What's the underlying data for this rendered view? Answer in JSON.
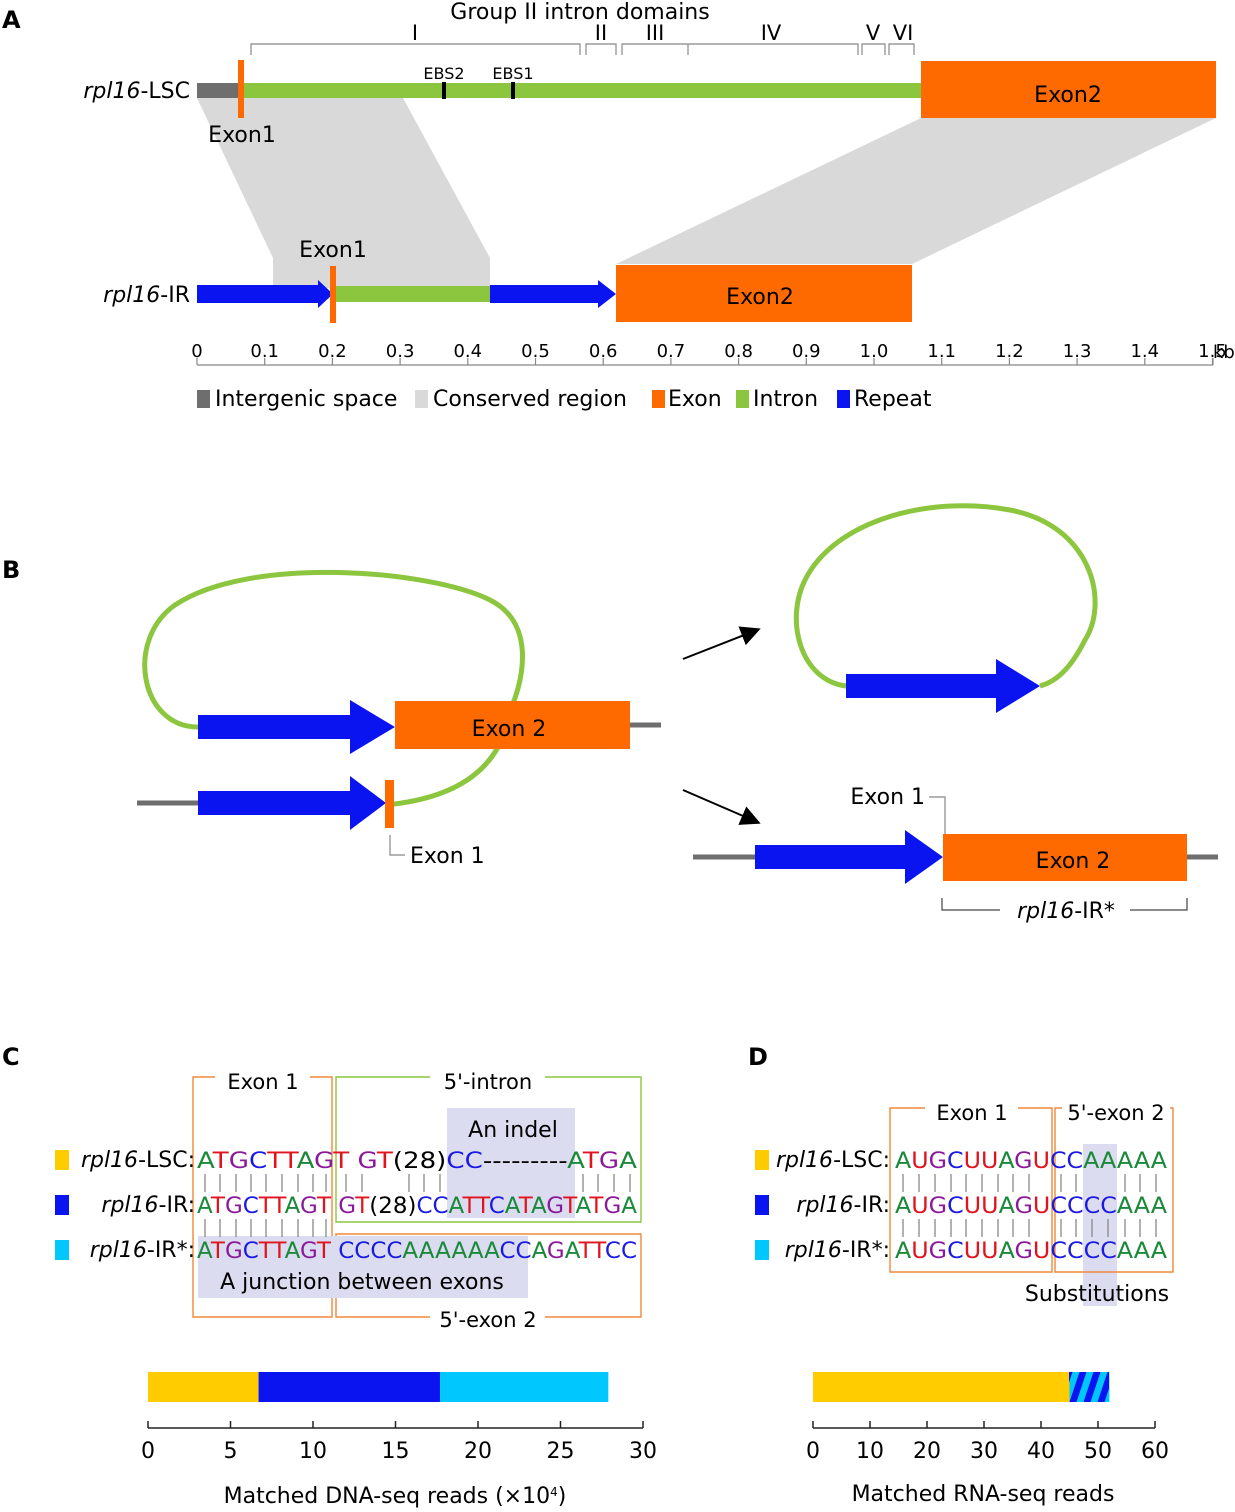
{
  "colors": {
    "intergenic": "#6e6e6e",
    "conserved": "#d9d9d9",
    "exon": "#ff6a00",
    "intron": "#8cc63f",
    "repeat": "#0a14f0",
    "repeat_star": "#00c8ff",
    "lsc": "#ffcc00",
    "base_A": "#1a8a3a",
    "base_T": "#e0141e",
    "base_G": "#8b1a9a",
    "base_C": "#1a1ae0",
    "highlight": "#dcdcf0"
  },
  "panel_a": {
    "letter": "A",
    "domains_title": "Group II intron domains",
    "domains": [
      "I",
      "II",
      "III",
      "IV",
      "V",
      "VI"
    ],
    "ebs2": "EBS2",
    "ebs1": "EBS1",
    "lsc_label_italic": "rpl16",
    "lsc_label_suffix": "-LSC",
    "ir_label_italic": "rpl16",
    "ir_label_suffix": "-IR",
    "exon1": "Exon1",
    "exon2": "Exon2",
    "axis_ticks": [
      "0",
      "0.1",
      "0.2",
      "0.3",
      "0.4",
      "0.5",
      "0.6",
      "0.7",
      "0.8",
      "0.9",
      "1.0",
      "1.1",
      "1.2",
      "1.3",
      "1.4",
      "1.5"
    ],
    "axis_unit": "kb",
    "legend": [
      "Intergenic space",
      "Conserved region",
      "Exon",
      "Intron",
      "Repeat"
    ]
  },
  "panel_b": {
    "letter": "B",
    "exon2": "Exon 2",
    "exon1": "Exon 1",
    "product_italic": "rpl16",
    "product_suffix": "-IR*"
  },
  "panel_c": {
    "letter": "C",
    "exon1_box": "Exon 1",
    "intron_box": "5'-intron",
    "exon2_box": "5'-exon 2",
    "indel": "An indel",
    "junction": "A junction between exons",
    "rows": [
      {
        "italic": "rpl16",
        "suffix": "-LSC:",
        "exon1": "ATGCTTAGT",
        "rest": "GT(28)CC---------ATGA"
      },
      {
        "italic": "rpl16",
        "suffix": "-IR:",
        "exon1": "ATGCTTAGT",
        "rest": "GT(28)CCATTCATAGTATGA"
      },
      {
        "italic": "rpl16",
        "suffix": "-IR*:",
        "exon1": "ATGCTTAGT",
        "rest": "CCCCAAAAAACCAGATTCC"
      }
    ],
    "bar_values": [
      6.7,
      11.0,
      10.2
    ],
    "axis_ticks": [
      "0",
      "5",
      "10",
      "15",
      "20",
      "25",
      "30"
    ],
    "xlabel_main": "Matched DNA-seq reads (×10",
    "xlabel_sup": "4",
    "xlabel_close": ")"
  },
  "panel_d": {
    "letter": "D",
    "exon1_box": "Exon 1",
    "exon2_box": "5'-exon 2",
    "substitutions": "Substitutions",
    "rows": [
      {
        "italic": "rpl16",
        "suffix": "-LSC:",
        "exon1": "AUGCUUAGU",
        "rest": "CCAAAAA"
      },
      {
        "italic": "rpl16",
        "suffix": "-IR:",
        "exon1": "AUGCUUAGU",
        "rest": "CCCCAAA"
      },
      {
        "italic": "rpl16",
        "suffix": "-IR*:",
        "exon1": "AUGCUUAGU",
        "rest": "CCCCAAA"
      }
    ],
    "bar_values": [
      45,
      7
    ],
    "axis_ticks": [
      "0",
      "10",
      "20",
      "30",
      "40",
      "50",
      "60"
    ],
    "xlabel": "Matched RNA-seq reads"
  }
}
